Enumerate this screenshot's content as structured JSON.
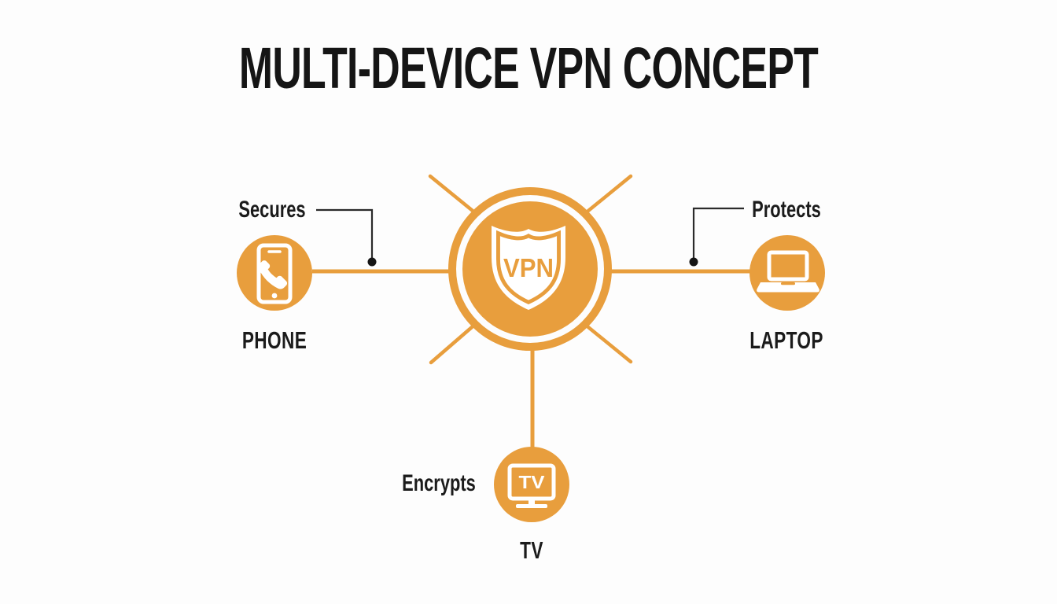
{
  "title": "MULTI-DEVICE VPN CONCEPT",
  "colors": {
    "accent_orange": "#E89E3D",
    "icon_white": "#FFFFFF",
    "text_black": "#1B1B1B",
    "callout_line": "#2B2B2B",
    "background": "#FDFDFD"
  },
  "hub": {
    "label": "VPN",
    "icon": "shield-icon"
  },
  "nodes": [
    {
      "id": "phone",
      "device_label": "PHONE",
      "annotation": "Secures",
      "icon": "smartphone-icon",
      "position": "left"
    },
    {
      "id": "laptop",
      "device_label": "LAPTOP",
      "annotation": "Protects",
      "icon": "laptop-icon",
      "position": "right"
    },
    {
      "id": "tv",
      "device_label": "TV",
      "annotation": "Encrypts",
      "icon": "tv-icon",
      "icon_label": "TV",
      "position": "bottom"
    }
  ]
}
